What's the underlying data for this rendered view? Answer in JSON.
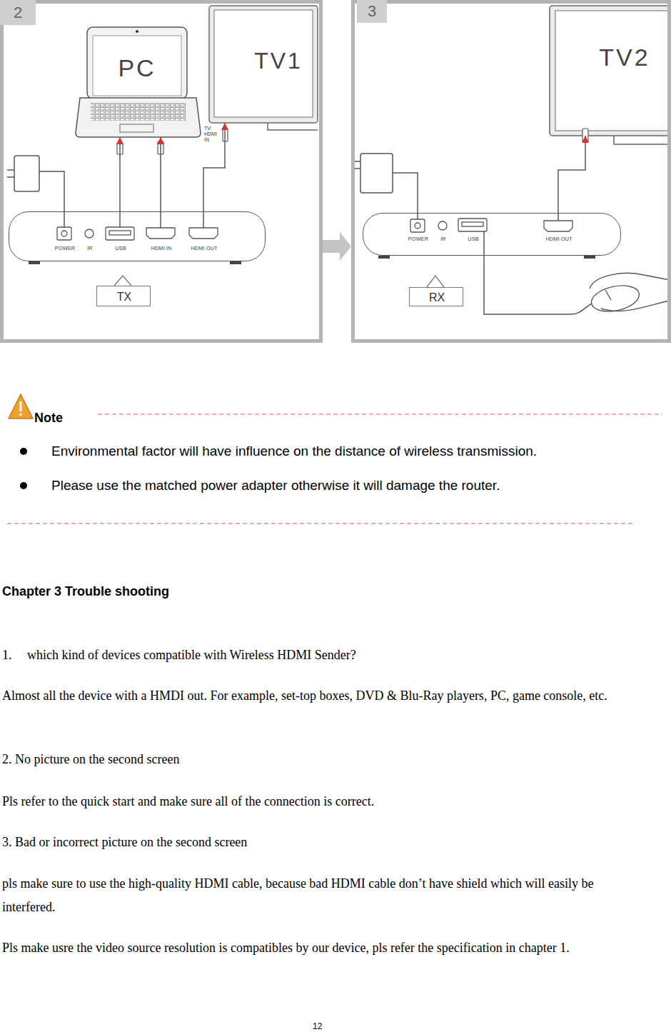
{
  "diagram": {
    "nodes": [
      {
        "text": [
          "2"
        ]
      },
      {
        "text": [
          "PC"
        ],
        "in": 0
      },
      {
        "text": [
          "TV1"
        ],
        "in": 0
      },
      {
        "text": [
          "POWER",
          "IR",
          "USB",
          "HDMI IN",
          "HDMI OUT"
        ],
        "in": 0
      },
      {
        "text": [
          "TX"
        ],
        "in": 0
      },
      {
        "text": [
          "3"
        ]
      },
      {
        "text": [
          "TV2"
        ],
        "in": 5
      },
      {
        "text": [
          "POWER",
          "IR",
          "USB",
          "HDMI OUT"
        ],
        "in": 5
      },
      {
        "text": [
          "RX"
        ],
        "in": 5
      }
    ],
    "edges": [
      {
        "from": 3,
        "to": 1,
        "arrow": "to"
      },
      {
        "from": 3,
        "to": 1,
        "arrow": "to"
      },
      {
        "from": 3,
        "to": 2,
        "arrow": "to"
      },
      {
        "from": 0,
        "to": 5,
        "arrow": "to"
      },
      {
        "from": 7,
        "to": 6,
        "arrow": "to"
      }
    ],
    "labels": [
      "TV: HDMI IN",
      "Note",
      "Environmental factor will have influence on the distance of wireless transmission.",
      "Please use the matched power adapter otherwise it will damage the router.",
      "Chapter 3 Trouble shooting",
      "1.",
      "which kind of devices compatible with Wireless HDMI Sender?",
      "Almost all the device with a HMDI out. For example, set-top boxes, DVD & Blu-Ray players, PC, game console, etc.",
      "2. No picture on the second screen",
      "Pls refer to the quick start and make sure all of the connection is correct.",
      "3. Bad or incorrect picture on the second screen",
      "pls make sure to use the high-quality HDMI cable, because bad HDMI cable don’t have shield which will easily be interfered.",
      "Pls make usre the video source resolution is compatibles by our device, pls refer the specification in chapter 1.",
      "12"
    ]
  }
}
